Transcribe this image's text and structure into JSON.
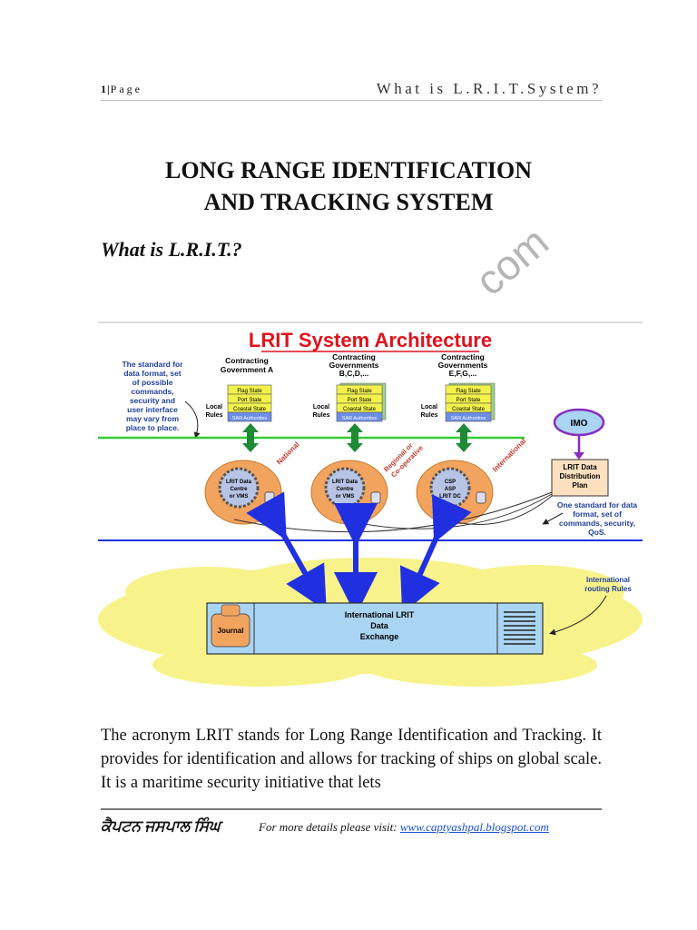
{
  "header": {
    "page_number": "1",
    "page_separator": "|",
    "page_label": "Page",
    "doc_title": "What is L.R.I.T.System?"
  },
  "title_line1": "LONG RANGE IDENTIFICATION",
  "title_line2": "AND TRACKING SYSTEM",
  "subtitle": "What is L.R.I.T.?",
  "watermark": "com",
  "diagram": {
    "title": "LRIT System Architecture",
    "left_note": [
      "The standard for",
      "data format, set",
      "of possible",
      "commands,",
      "security and",
      "user interface",
      "may vary from",
      "place to place."
    ],
    "gov_a": [
      "Contracting",
      "Government A"
    ],
    "gov_b": [
      "Contracting",
      "Governments",
      "B,C,D,..."
    ],
    "gov_e": [
      "Contracting",
      "Governments",
      "E,F,G,..."
    ],
    "stack_items": [
      "Flag State",
      "Port State",
      "Coastal State",
      "SAR Authorities"
    ],
    "local_rules": [
      "Local",
      "Rules"
    ],
    "imo": "IMO",
    "national": "National",
    "regional": [
      "Regional or",
      "Co-operative"
    ],
    "international": "International",
    "dc1": [
      "LRIT Data",
      "Centre",
      "or VMS"
    ],
    "dc2": [
      "LRIT Data",
      "Centre",
      "or VMS"
    ],
    "dc3": [
      "CSP",
      "ASP",
      "LRIT DC"
    ],
    "ddp": [
      "LRIT Data",
      "Distribution",
      "Plan"
    ],
    "one_standard": [
      "One standard for data",
      "format, set of",
      "commands, security,",
      "QoS."
    ],
    "routing": [
      "International",
      "routing Rules"
    ],
    "exchange": [
      "International LRIT",
      "Data",
      "Exchange"
    ],
    "journal": "Journal",
    "colors": {
      "title_red": "#e0121b",
      "green_bar": "#33cc33",
      "stack_yellow": "#f2f24b",
      "stack_blue": "#6d8ee8",
      "orange_blob": "#f2a35e",
      "cloud_yellow": "#f7f28a",
      "exchange_blue": "#a9d4f2",
      "arrow_blue": "#2030e0",
      "arrow_green": "#1e8a35",
      "imo_purple": "#8a2bbf",
      "note_blue": "#1f3f9e"
    }
  },
  "body_text": "The acronym LRIT stands for Long Range Identification and Tracking. It provides for identification and allows for tracking of ships on global scale. It is a maritime security initiative that lets",
  "footer": {
    "signature": "ਕੈਪਟਨ ਜਸਪਾਲ ਸਿੰਘ",
    "visit_text": "For more details please visit:",
    "link": "www.captyashpal.blogspot.com"
  }
}
